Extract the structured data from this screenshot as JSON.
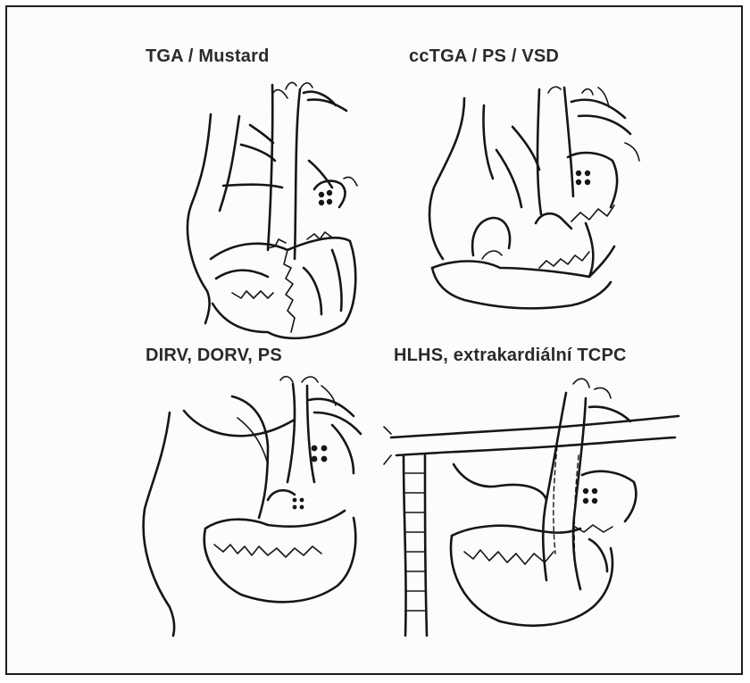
{
  "panels": [
    {
      "caption": "TGA / Mustard"
    },
    {
      "caption": "ccTGA / PS / VSD"
    },
    {
      "caption": "DIRV, DORV, PS"
    },
    {
      "caption": "HLHS, extrakardiální TCPC"
    }
  ]
}
